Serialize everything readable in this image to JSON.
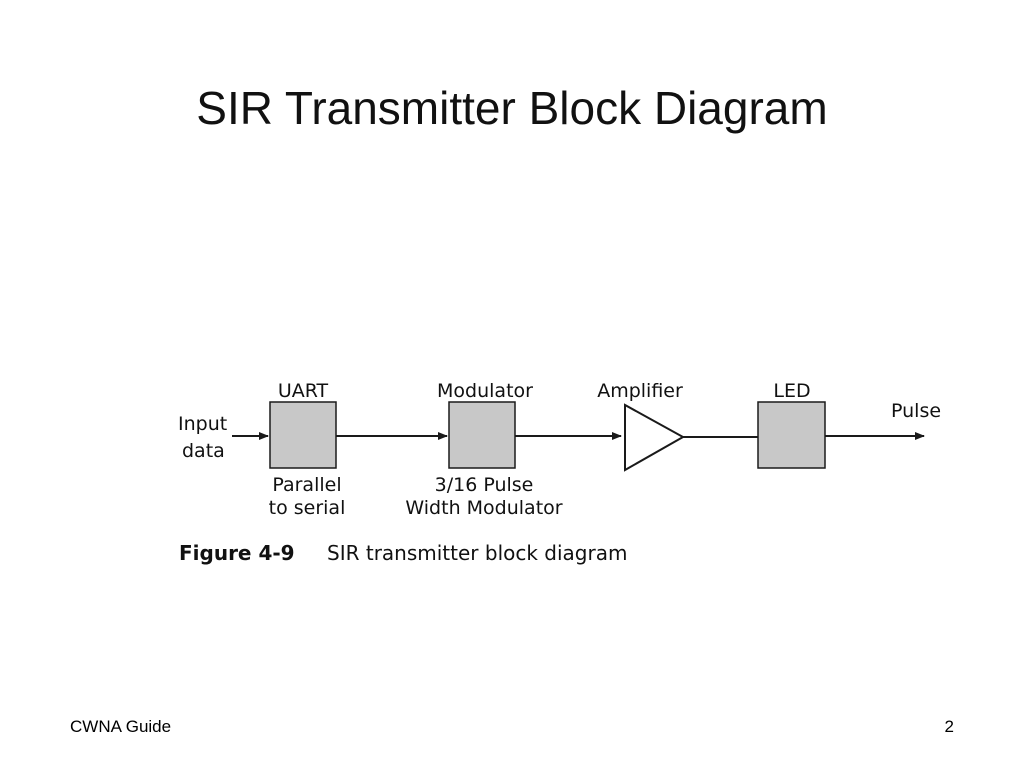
{
  "slide": {
    "title": "SIR Transmitter Block Diagram",
    "footer_left": "CWNA Guide",
    "page_number": "2"
  },
  "diagram": {
    "input_label": [
      "Input",
      "data"
    ],
    "output_label": "Pulse",
    "blocks": [
      {
        "name": "UART",
        "sublabel": [
          "Parallel",
          "to serial"
        ]
      },
      {
        "name": "Modulator",
        "sublabel": [
          "3/16 Pulse",
          "Width Modulator"
        ]
      },
      {
        "name": "Amplifier",
        "sublabel": []
      },
      {
        "name": "LED",
        "sublabel": []
      }
    ],
    "figure_number": "Figure 4-9",
    "figure_caption": "SIR transmitter block diagram",
    "colors": {
      "block_fill": "#c8c8c8",
      "line": "#1a1a1a"
    }
  }
}
